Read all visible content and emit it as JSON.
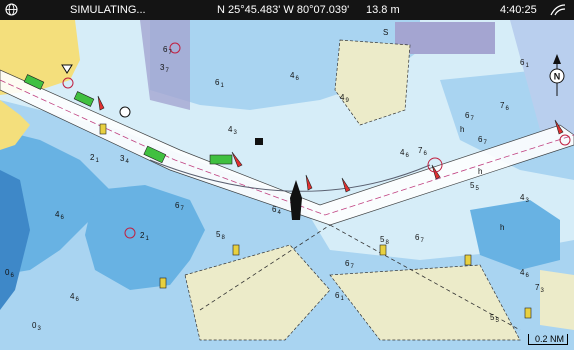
{
  "status": {
    "mode": "SIMULATING...",
    "position": "N 25°45.483' W 80°07.039'",
    "depth": "13.8 m",
    "time": "4:40:25"
  },
  "chart": {
    "scale_label": "0.2 NM",
    "north_label": "N",
    "channel_letter_s": "S",
    "soundings": [
      {
        "main": "6",
        "sub": "7"
      },
      {
        "main": "4",
        "sub": "6"
      },
      {
        "main": "4",
        "sub": "9"
      },
      {
        "main": "6",
        "sub": "1"
      },
      {
        "main": "6",
        "sub": "1"
      },
      {
        "main": "6",
        "sub": "7"
      },
      {
        "main": "7",
        "sub": "6"
      },
      {
        "main": "6",
        "sub": "7"
      },
      {
        "main": "7",
        "sub": "6"
      },
      {
        "main": "5",
        "sub": "5"
      },
      {
        "main": "4",
        "sub": "3"
      },
      {
        "main": "6",
        "sub": "4"
      },
      {
        "main": "5",
        "sub": "8"
      },
      {
        "main": "6",
        "sub": "7"
      },
      {
        "main": "6",
        "sub": "7"
      },
      {
        "main": "5",
        "sub": "8"
      },
      {
        "main": "6",
        "sub": "1"
      },
      {
        "main": "4",
        "sub": "6"
      },
      {
        "main": "4",
        "sub": "6"
      },
      {
        "main": "4",
        "sub": "6"
      },
      {
        "main": "0",
        "sub": "3"
      },
      {
        "main": "0",
        "sub": "6"
      },
      {
        "main": "2",
        "sub": "1"
      },
      {
        "main": "3",
        "sub": "4"
      },
      {
        "main": "2",
        "sub": "1"
      },
      {
        "main": "4",
        "sub": "6"
      },
      {
        "main": "5",
        "sub": "5"
      },
      {
        "main": "7",
        "sub": "3"
      },
      {
        "main": "3",
        "sub": "7"
      },
      {
        "main": "6",
        "sub": "7"
      },
      {
        "main": "4",
        "sub": "3"
      }
    ],
    "h_labels": [
      "h",
      "h",
      "h"
    ]
  },
  "colors": {
    "deep": "#d6edf8",
    "mid": "#a9d4f1",
    "shallow": "#68b2e3",
    "verydeep": "#3e88c8",
    "land": "#f4df7c",
    "area": "#ecebc9",
    "restricted": "#a4a5d1"
  }
}
